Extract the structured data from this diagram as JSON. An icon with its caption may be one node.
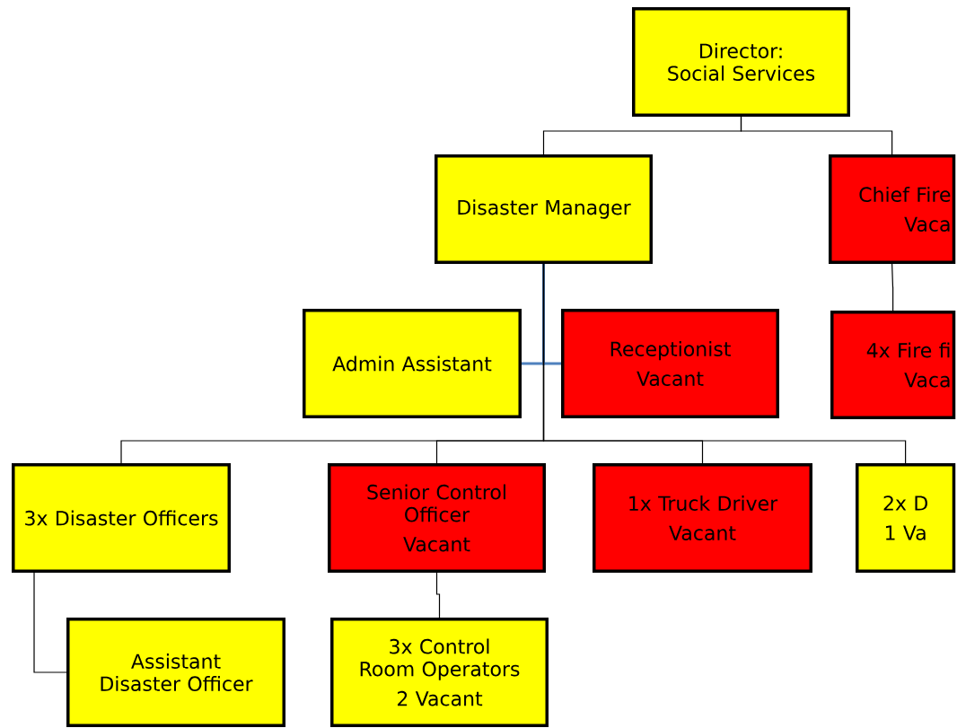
{
  "diagram": {
    "nodes": [
      {
        "text": [
          "Director: Social Services"
        ]
      },
      {
        "text": [
          "Disaster Manager"
        ]
      },
      {
        "text": [
          "Chief Fire",
          "Vaca"
        ]
      },
      {
        "text": [
          "Admin Assistant"
        ]
      },
      {
        "text": [
          "Receptionist",
          "Vacant"
        ]
      },
      {
        "text": [
          "4x Fire fi",
          "Vaca"
        ]
      },
      {
        "text": [
          "3x Disaster Officers"
        ]
      },
      {
        "text": [
          "Senior Control Officer",
          "Vacant"
        ]
      },
      {
        "text": [
          "1x Truck Driver",
          "Vacant"
        ]
      },
      {
        "text": [
          "2x D",
          "1 Va"
        ]
      },
      {
        "text": [
          "Assistant Disaster Officer"
        ]
      },
      {
        "text": [
          "3x Control Room Operators",
          "2 Vacant"
        ]
      }
    ],
    "edges": [
      {
        "from": 0,
        "to": 1,
        "arrow": "none"
      },
      {
        "from": 0,
        "to": 2,
        "arrow": "none"
      },
      {
        "from": 1,
        "to": 3,
        "arrow": "none",
        "style": "thick",
        "color": "#4f81bd"
      },
      {
        "from": 1,
        "to": 4,
        "arrow": "none",
        "style": "thick",
        "color": "#4f81bd"
      },
      {
        "from": 1,
        "to": 6,
        "arrow": "none"
      },
      {
        "from": 1,
        "to": 7,
        "arrow": "none"
      },
      {
        "from": 1,
        "to": 8,
        "arrow": "none"
      },
      {
        "from": 1,
        "to": 9,
        "arrow": "none"
      },
      {
        "from": 2,
        "to": 5,
        "arrow": "none"
      },
      {
        "from": 6,
        "to": 10,
        "arrow": "none"
      },
      {
        "from": 7,
        "to": 11,
        "arrow": "none"
      }
    ]
  }
}
